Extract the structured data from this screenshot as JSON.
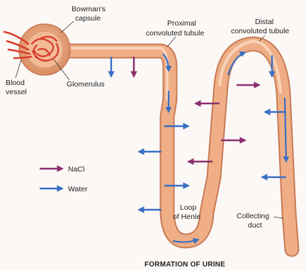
{
  "labels": {
    "bowmans_capsule_line1": "Bowman's",
    "bowmans_capsule_line2": "capsule",
    "blood_vessel_line1": "Blood",
    "blood_vessel_line2": "vessel",
    "glomerulus": "Glomerulus",
    "proximal_line1": "Proximal",
    "proximal_line2": "convoluted tubule",
    "distal_line1": "Distal",
    "distal_line2": "convoluted tubule",
    "loop_line1": "Loop",
    "loop_line2": "of Henle",
    "collecting_line1": "Collecting",
    "collecting_line2": "duct"
  },
  "legend": {
    "nacl": "NaCl",
    "water": "Water"
  },
  "caption": "FORMATION OF URINE",
  "colors": {
    "nacl_arrow": "#8c2f6e",
    "water_arrow": "#3a6fc4",
    "tubule_fill": "#efae86",
    "tubule_edge": "#c87a55",
    "capillary": "#d83a2a",
    "capsule": "#e9a27a"
  }
}
